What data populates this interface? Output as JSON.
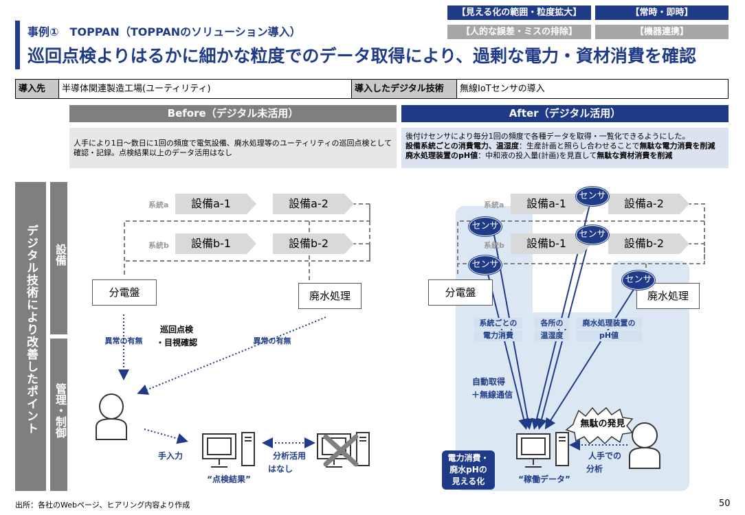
{
  "tags": {
    "visibility": "【見える化の範囲・粒度拡大】",
    "realtime": "【常時・即時】",
    "human_error": "【人的な誤差・ミスの排除】",
    "device_link": "【機器連携】"
  },
  "case_title": "事例①　TOPPAN（TOPPANのソリューション導入）",
  "main_title": "巡回点検よりはるかに細かな粒度でのデータ取得により、過剰な電力・資材消費を確認",
  "info": {
    "dest_label": "導入先",
    "dest_value": "半導体関連製造工場(ユーティリティ)",
    "tech_label": "導入したデジタル技術",
    "tech_value": "無線IoTセンサの導入"
  },
  "before": {
    "header": "Before（デジタル未活用）",
    "desc": "人手により1日～数日に1回の頻度で電気設備、廃水処理等のユーティリティの巡回点検として確認・記録。点検結果以上のデータ活用はなし"
  },
  "after": {
    "header": "After（デジタル活用）",
    "desc_line1": "後付けセンサにより毎分1回の頻度で各種データを取得・一覧化できるようにした。",
    "desc_line2_bold": "設備系統ごとの消費電力、温湿度",
    "desc_line2_rest": "：生産計画と照らし合わせることで",
    "desc_line2_bold2": "無駄な電力消費を削減",
    "desc_line3_bold": "廃水処理装置のpH値",
    "desc_line3_rest": "：中和液の投入量(計画)を見直して",
    "desc_line3_bold2": "無駄な資材消費を削減"
  },
  "side": {
    "main": "デジタル技術により改善したポイント",
    "equipment": "設備",
    "management": "管理・制御"
  },
  "diagram": {
    "system_a": "系統a",
    "system_b": "系統b",
    "equip_a1": "設備a-1",
    "equip_a2": "設備a-2",
    "equip_b1": "設備b-1",
    "equip_b2": "設備b-2",
    "panel": "分電盤",
    "wastewater": "廃水処理",
    "anomaly_left": "異常の有無",
    "anomaly_right": "異常の有無",
    "patrol_1": "巡回点検",
    "patrol_2": "・目視確認",
    "manual_input": "手入力",
    "analysis_none_1": "分析活用",
    "analysis_none_2": "はなし",
    "inspection_result": "“点検結果”",
    "sensor": "センサ",
    "power_1": "系統ごとの",
    "power_2": "電力消費",
    "temp_1": "各所の",
    "temp_2": "温湿度",
    "ph_1": "廃水処理装置の",
    "ph_2": "pH値",
    "auto_1": "自動取得",
    "auto_2": "＋無線通信",
    "waste_found": "無駄の発見",
    "manual_analysis_1": "人手での",
    "manual_analysis_2": "分析",
    "operation_data": "“稼働データ”",
    "visualize_1": "電力消費・",
    "visualize_2": "廃水pHの",
    "visualize_3": "見える化"
  },
  "footer": "出所：各社のWebページ、ヒアリング内容より作成",
  "page_number": "50",
  "colors": {
    "navy": "#1f3a86",
    "gray": "#7f7f7f",
    "light_blue": "#dbe7f3",
    "equip_gray": "#d9d9d9"
  }
}
